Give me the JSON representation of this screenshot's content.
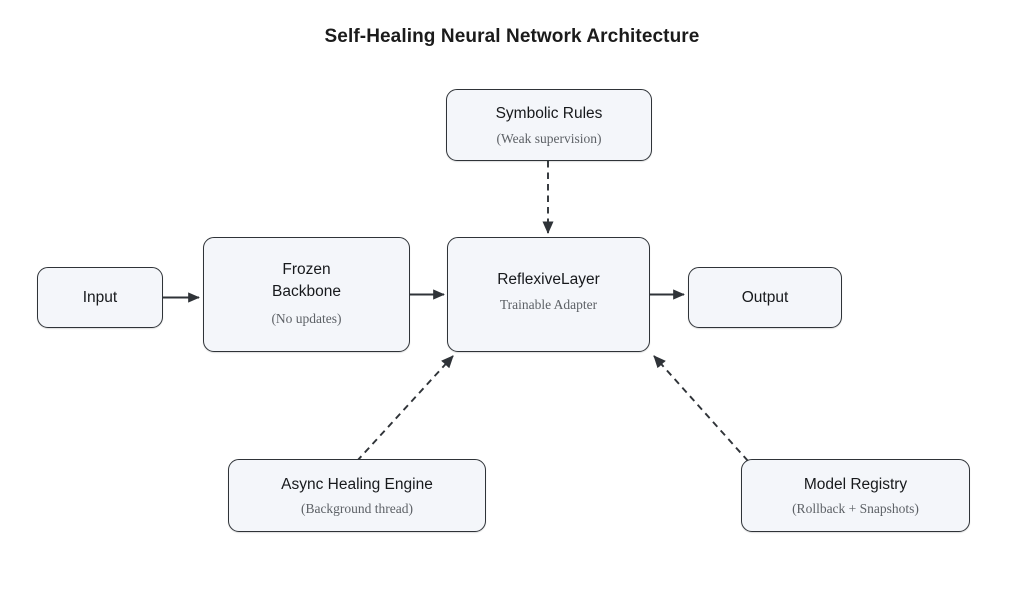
{
  "diagram": {
    "title": "Self-Healing Neural Network Architecture",
    "stroke_color": "#2f3338",
    "node_fill": "#f4f6fa",
    "title_color": "#1b1b1b",
    "subtitle_color": "#5d6166",
    "nodes": [
      {
        "id": "input",
        "title": "Input",
        "subtitle": ""
      },
      {
        "id": "backbone",
        "title": "Frozen\nBackbone",
        "subtitle": "(No updates)"
      },
      {
        "id": "reflexive",
        "title": "ReflexiveLayer",
        "subtitle": "Trainable Adapter"
      },
      {
        "id": "output",
        "title": "Output",
        "subtitle": ""
      },
      {
        "id": "symbolic",
        "title": "Symbolic Rules",
        "subtitle": "(Weak supervision)"
      },
      {
        "id": "async",
        "title": "Async Healing Engine",
        "subtitle": "(Background thread)"
      },
      {
        "id": "registry",
        "title": "Model Registry",
        "subtitle": "(Rollback + Snapshots)"
      }
    ],
    "edges": [
      {
        "id": "input-to-backbone",
        "from": "input",
        "to": "reflexive",
        "style": "solid"
      },
      {
        "id": "backbone-to-reflexive",
        "from": "backbone",
        "to": "reflexive",
        "style": "solid"
      },
      {
        "id": "reflexive-to-output",
        "from": "reflexive",
        "to": "output",
        "style": "solid"
      },
      {
        "id": "symbolic-to-reflexive",
        "from": "symbolic",
        "to": "reflexive",
        "style": "dashed"
      },
      {
        "id": "async-to-reflexive",
        "from": "async",
        "to": "reflexive",
        "style": "dashed"
      },
      {
        "id": "registry-to-reflexive",
        "from": "registry",
        "to": "reflexive",
        "style": "dashed"
      }
    ]
  }
}
